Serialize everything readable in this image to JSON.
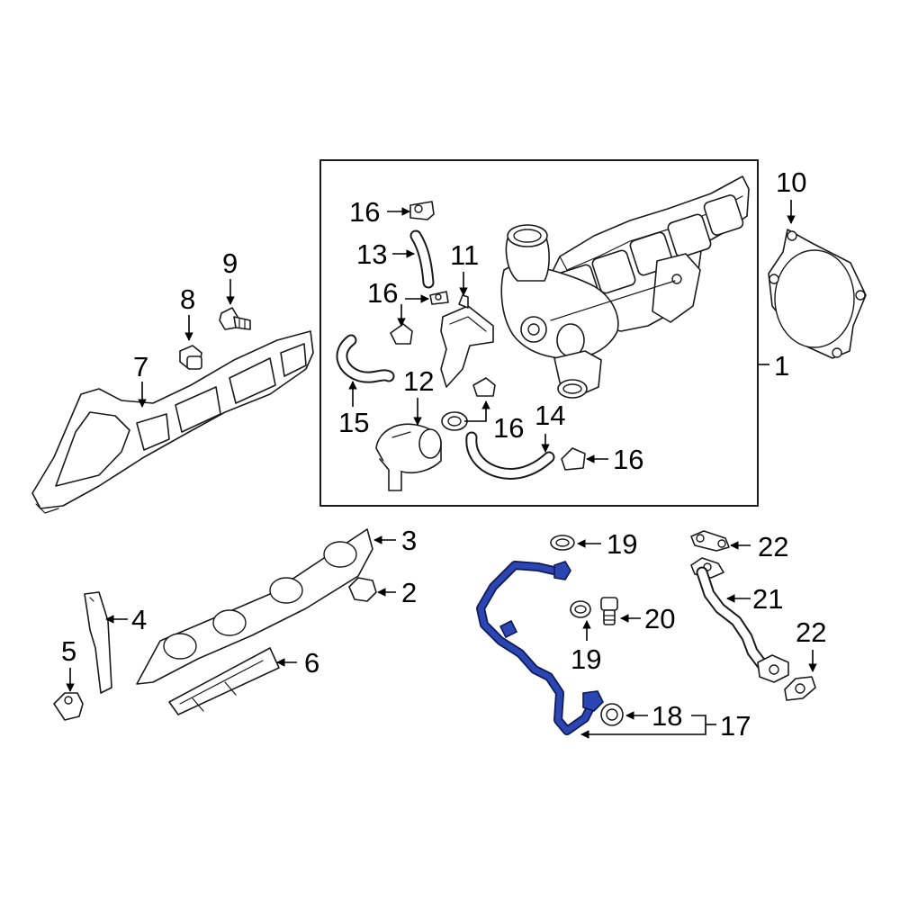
{
  "callouts": {
    "c1": "1",
    "c2": "2",
    "c3": "3",
    "c4": "4",
    "c5": "5",
    "c6": "6",
    "c7": "7",
    "c8": "8",
    "c9": "9",
    "c10": "10",
    "c11": "11",
    "c12": "12",
    "c13": "13",
    "c14": "14",
    "c15": "15",
    "c16a": "16",
    "c16b": "16",
    "c16c": "16",
    "c16d": "16",
    "c17": "17",
    "c18": "18",
    "c19a": "19",
    "c19b": "19",
    "c20": "20",
    "c21": "21",
    "c22a": "22",
    "c22b": "22"
  },
  "colors": {
    "highlight": "#2b46b3",
    "line": "#1a1a1a",
    "background": "#ffffff"
  }
}
